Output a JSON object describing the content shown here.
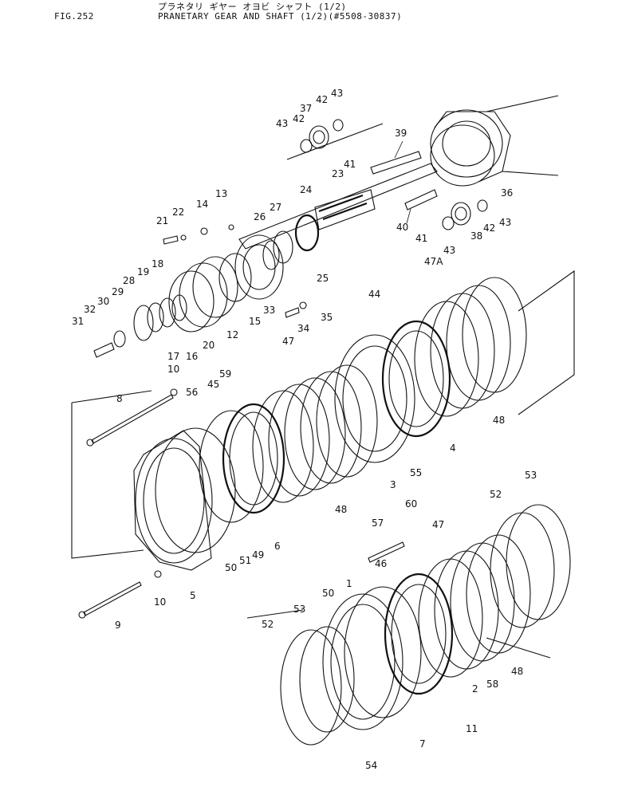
{
  "header": {
    "fig_number": "FIG.252",
    "subtitle_katakana": "プラネタリ ギヤー オヨビ シャフト (1/2)",
    "title": "PRANETARY GEAR AND SHAFT (1/2)(#5508-30837)"
  },
  "callouts": [
    {
      "id": "c43a",
      "text": "43"
    },
    {
      "id": "c42a",
      "text": "42"
    },
    {
      "id": "c37",
      "text": "37"
    },
    {
      "id": "c43b",
      "text": "43"
    },
    {
      "id": "c42b",
      "text": "42"
    },
    {
      "id": "c39",
      "text": "39"
    },
    {
      "id": "c41a",
      "text": "41"
    },
    {
      "id": "c23",
      "text": "23"
    },
    {
      "id": "c36",
      "text": "36"
    },
    {
      "id": "c24",
      "text": "24"
    },
    {
      "id": "c13",
      "text": "13"
    },
    {
      "id": "c14",
      "text": "14"
    },
    {
      "id": "c22",
      "text": "22"
    },
    {
      "id": "c21",
      "text": "21"
    },
    {
      "id": "c26",
      "text": "26"
    },
    {
      "id": "c27",
      "text": "27"
    },
    {
      "id": "c43c",
      "text": "43"
    },
    {
      "id": "c42c",
      "text": "42"
    },
    {
      "id": "c38",
      "text": "38"
    },
    {
      "id": "c40",
      "text": "40"
    },
    {
      "id": "c41b",
      "text": "41"
    },
    {
      "id": "c43d",
      "text": "43"
    },
    {
      "id": "c47A",
      "text": "47A"
    },
    {
      "id": "c25",
      "text": "25"
    },
    {
      "id": "c19",
      "text": "19"
    },
    {
      "id": "c18",
      "text": "18"
    },
    {
      "id": "c28",
      "text": "28"
    },
    {
      "id": "c29",
      "text": "29"
    },
    {
      "id": "c30",
      "text": "30"
    },
    {
      "id": "c32",
      "text": "32"
    },
    {
      "id": "c31",
      "text": "31"
    },
    {
      "id": "c33",
      "text": "33"
    },
    {
      "id": "c35",
      "text": "35"
    },
    {
      "id": "c34",
      "text": "34"
    },
    {
      "id": "c15",
      "text": "15"
    },
    {
      "id": "c12",
      "text": "12"
    },
    {
      "id": "c20",
      "text": "20"
    },
    {
      "id": "c16",
      "text": "16"
    },
    {
      "id": "c17",
      "text": "17"
    },
    {
      "id": "c44",
      "text": "44"
    },
    {
      "id": "c47a",
      "text": "47"
    },
    {
      "id": "c10a",
      "text": "10"
    },
    {
      "id": "c59",
      "text": "59"
    },
    {
      "id": "c45",
      "text": "45"
    },
    {
      "id": "c56",
      "text": "56"
    },
    {
      "id": "c8",
      "text": "8"
    },
    {
      "id": "c48a",
      "text": "48"
    },
    {
      "id": "c4",
      "text": "4"
    },
    {
      "id": "c55",
      "text": "55"
    },
    {
      "id": "c3",
      "text": "3"
    },
    {
      "id": "c48b",
      "text": "48"
    },
    {
      "id": "c60",
      "text": "60"
    },
    {
      "id": "c53a",
      "text": "53"
    },
    {
      "id": "c52a",
      "text": "52"
    },
    {
      "id": "c57",
      "text": "57"
    },
    {
      "id": "c47b",
      "text": "47"
    },
    {
      "id": "c6",
      "text": "6"
    },
    {
      "id": "c49",
      "text": "49"
    },
    {
      "id": "c51",
      "text": "51"
    },
    {
      "id": "c50a",
      "text": "50"
    },
    {
      "id": "c46",
      "text": "46"
    },
    {
      "id": "c1",
      "text": "1"
    },
    {
      "id": "c50b",
      "text": "50"
    },
    {
      "id": "c10b",
      "text": "10"
    },
    {
      "id": "c5",
      "text": "5"
    },
    {
      "id": "c9",
      "text": "9"
    },
    {
      "id": "c53b",
      "text": "53"
    },
    {
      "id": "c52b",
      "text": "52"
    },
    {
      "id": "c48c",
      "text": "48"
    },
    {
      "id": "c2",
      "text": "2"
    },
    {
      "id": "c58",
      "text": "58"
    },
    {
      "id": "c11",
      "text": "11"
    },
    {
      "id": "c7",
      "text": "7"
    },
    {
      "id": "c54",
      "text": "54"
    }
  ]
}
